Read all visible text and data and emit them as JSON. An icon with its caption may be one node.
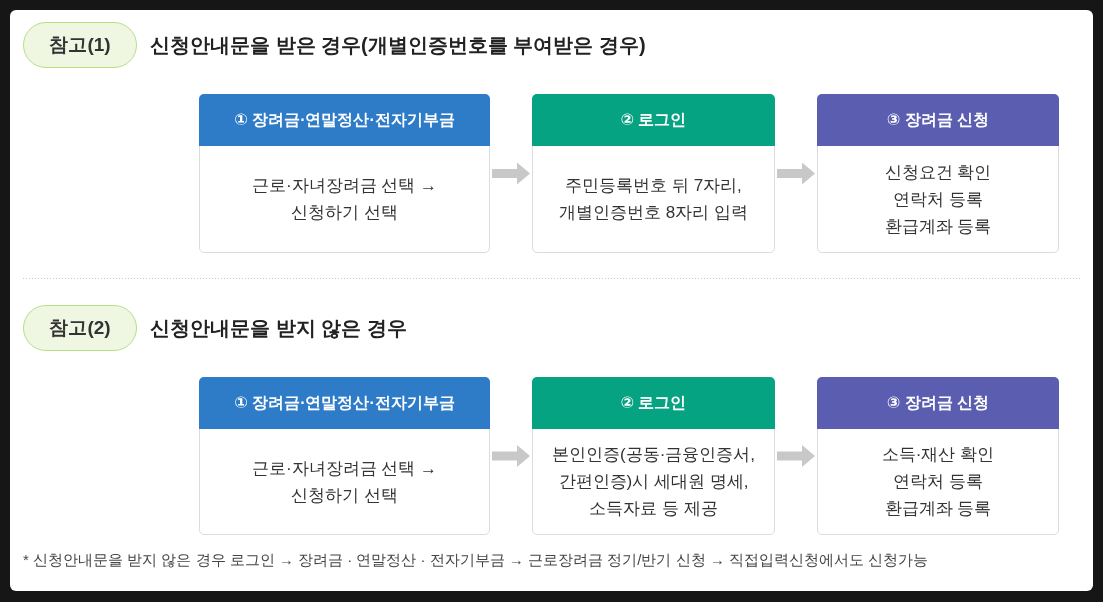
{
  "diagram": {
    "nodes": [
      {
        "text": [
          "참고(1)"
        ],
        "beside": [
          "신청안내문을 받은 경우(개별인증번호를 부여받은 경우)"
        ]
      },
      {
        "text": [
          "① 장려금·연말정산·전자기부금",
          "근로·자녀장려금 선택 → 신청하기 선택"
        ]
      },
      {
        "text": [
          "② 로그인",
          "주민등록번호 뒤 7자리, 개별인증번호 8자리 입력"
        ]
      },
      {
        "text": [
          "③ 장려금 신청",
          "신청요건 확인 연락처 등록 환급계좌 등록"
        ]
      },
      {
        "text": [
          "참고(2)"
        ],
        "beside": [
          "신청안내문을 받지 않은 경우"
        ]
      },
      {
        "text": [
          "① 장려금·연말정산·전자기부금",
          "근로·자녀장려금 선택 → 신청하기 선택"
        ]
      },
      {
        "text": [
          "② 로그인",
          "본인인증(공동·금융인증서, 간편인증)시 세대원 명세, 소득자료 등 제공"
        ]
      },
      {
        "text": [
          "③ 장려금 신청",
          "소득·재산 확인 연락처 등록 환급계좌 등록"
        ]
      }
    ],
    "edges": [
      {
        "from": 1,
        "to": 2,
        "arrow": "to"
      },
      {
        "from": 2,
        "to": 3,
        "arrow": "to"
      },
      {
        "from": 5,
        "to": 6,
        "arrow": "to"
      },
      {
        "from": 6,
        "to": 7,
        "arrow": "to"
      }
    ],
    "labels": [
      "* 신청안내문을 받지 않은 경우 로그인 → 장려금 · 연말정산 · 전자기부금 → 근로장려금 정기/반기 신청 → 직접입력신청에서도 신청가능"
    ]
  }
}
